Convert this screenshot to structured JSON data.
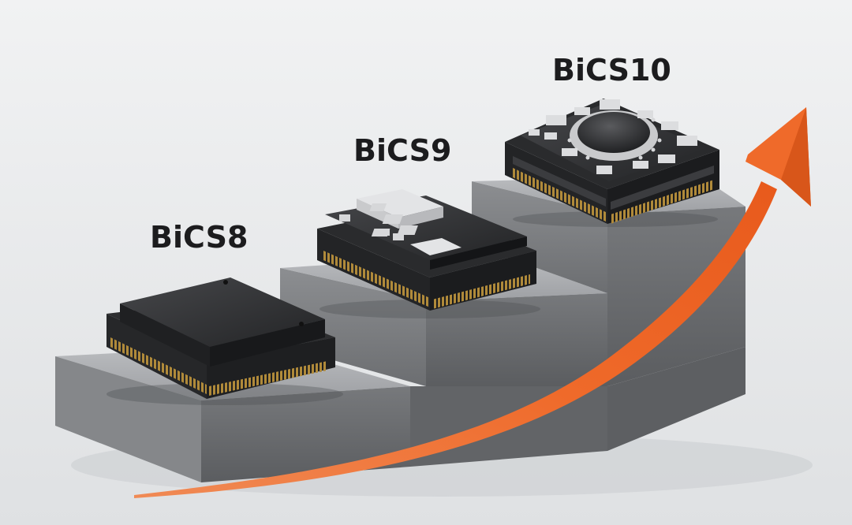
{
  "labels": {
    "gen1": "BiCS8",
    "gen2": "BiCS9",
    "gen3": "BiCS10"
  },
  "colors": {
    "background": "#e9ebed",
    "step_front": "#6e7073",
    "step_top": "#a9abae",
    "chip_body": "#2a2b2d",
    "chip_top": "#3a3b3e",
    "pins": "#b08a3a",
    "component": "#d9dadc",
    "arrow": "#ef6a2a"
  }
}
